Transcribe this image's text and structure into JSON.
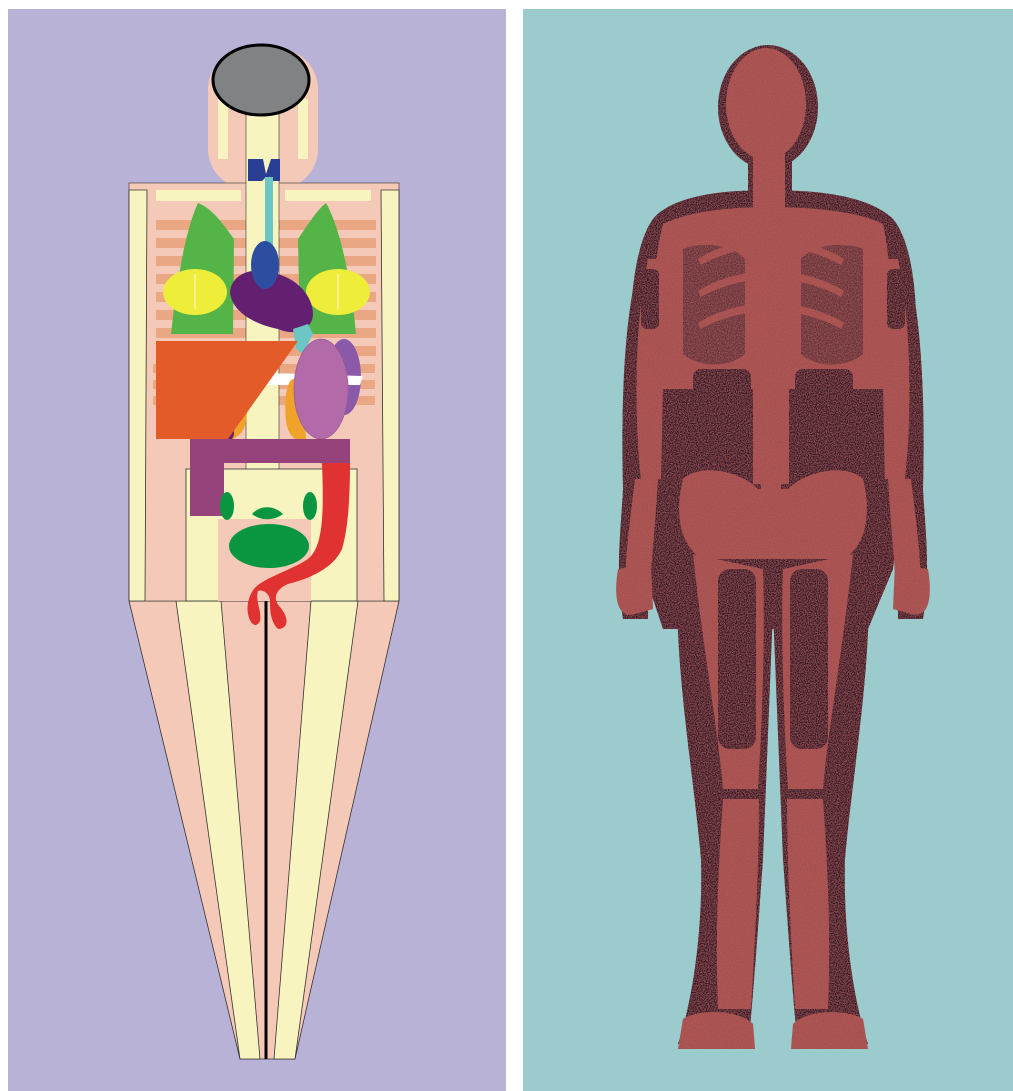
{
  "figure": {
    "panels": [
      {
        "id": "stylized-phantom",
        "background": "#b8b2d6"
      },
      {
        "id": "voxel-phantom",
        "background": "#9ccbcd"
      }
    ]
  },
  "colors": {
    "skin": "#f4c9b7",
    "bone": "#f7f4c0",
    "rib": "#eaa784",
    "lung": "#55b447",
    "breast": "#eded3a",
    "heart": "#632070",
    "heart_chamber": "#2d4ea0",
    "trachea": "#6cc6c4",
    "liver": "#e25b29",
    "stomach": "#b36aa8",
    "spleen": "#8a59a8",
    "kidney": "#efa32a",
    "colon": "#95437a",
    "ovary": "#0a9640",
    "bladder": "#0a9640",
    "colon_descending": "#e13232",
    "brain": "#808284",
    "thyroid": "#2a3f93",
    "voxel_flesh": "#a6504e",
    "voxel_dark": "#2a1626"
  },
  "icons": [
    "stylized-body-phantom",
    "voxel-body-phantom"
  ]
}
